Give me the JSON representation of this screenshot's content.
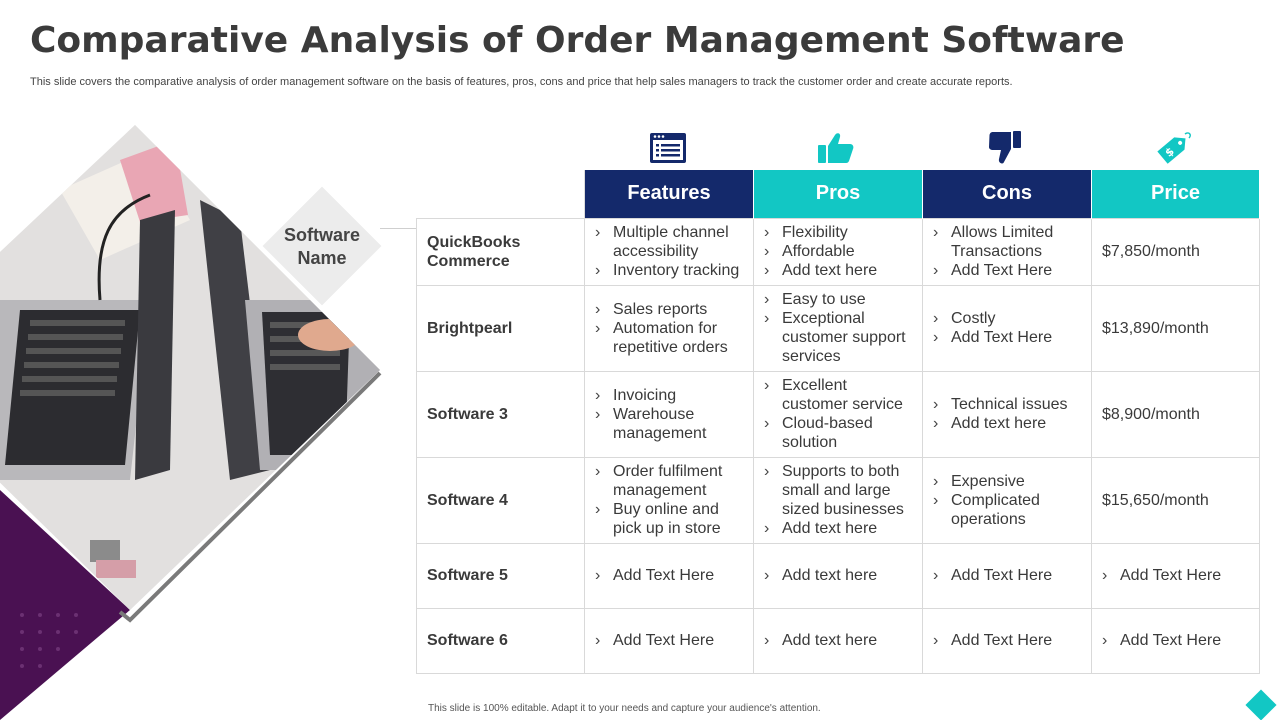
{
  "title": "Comparative Analysis of Order Management Software",
  "subtitle": "This slide covers the comparative analysis of order management software on the basis of features, pros, cons and price that help sales managers to track the customer order and create accurate reports.",
  "footnote": "This slide is 100% editable.  Adapt it to your needs and capture your audience's attention.",
  "row_header_label": [
    "Software",
    "Name"
  ],
  "columns": [
    {
      "label": "Features",
      "icon": "browser-list-icon",
      "color": "#14296b"
    },
    {
      "label": "Pros",
      "icon": "thumbs-up-icon",
      "color": "#12c7c4"
    },
    {
      "label": "Cons",
      "icon": "thumbs-down-icon",
      "color": "#14296b"
    },
    {
      "label": "Price",
      "icon": "price-tag-icon",
      "color": "#12c7c4"
    }
  ],
  "rows": [
    {
      "name": [
        "QuickBooks",
        "Commerce"
      ],
      "features": [
        "Multiple channel accessibility",
        "Inventory  tracking"
      ],
      "pros": [
        "Flexibility",
        "Affordable",
        "Add text here"
      ],
      "cons": [
        "Allows Limited Transactions",
        "Add Text Here"
      ],
      "price": "$7,850/month"
    },
    {
      "name": [
        "Brightpearl"
      ],
      "features": [
        "Sales reports",
        "Automation for repetitive orders"
      ],
      "pros": [
        "Easy to use",
        "Exceptional customer support services"
      ],
      "cons": [
        "Costly",
        "Add Text Here"
      ],
      "price": "$13,890/month"
    },
    {
      "name": [
        "Software 3"
      ],
      "features": [
        "Invoicing",
        "Warehouse management"
      ],
      "pros": [
        "Excellent customer service",
        "Cloud-based solution"
      ],
      "cons": [
        "Technical issues",
        "Add text here"
      ],
      "price": "$8,900/month"
    },
    {
      "name": [
        "Software 4"
      ],
      "features": [
        "Order fulfilment management",
        "Buy online and pick up in store"
      ],
      "pros": [
        "Supports to both small and large sized businesses",
        "Add text here"
      ],
      "cons": [
        "Expensive",
        "Complicated operations"
      ],
      "price": "$15,650/month"
    },
    {
      "name": [
        "Software 5"
      ],
      "features": [
        "Add Text Here"
      ],
      "pros": [
        "Add text here"
      ],
      "cons": [
        "Add Text Here"
      ],
      "price_bullets": [
        "Add Text Here"
      ]
    },
    {
      "name": [
        "Software 6"
      ],
      "features": [
        "Add Text Here"
      ],
      "pros": [
        "Add text here"
      ],
      "cons": [
        "Add Text Here"
      ],
      "price_bullets": [
        "Add Text Here"
      ]
    }
  ],
  "colors": {
    "navy": "#14296b",
    "teal": "#12c7c4",
    "purple": "#4a1152"
  }
}
